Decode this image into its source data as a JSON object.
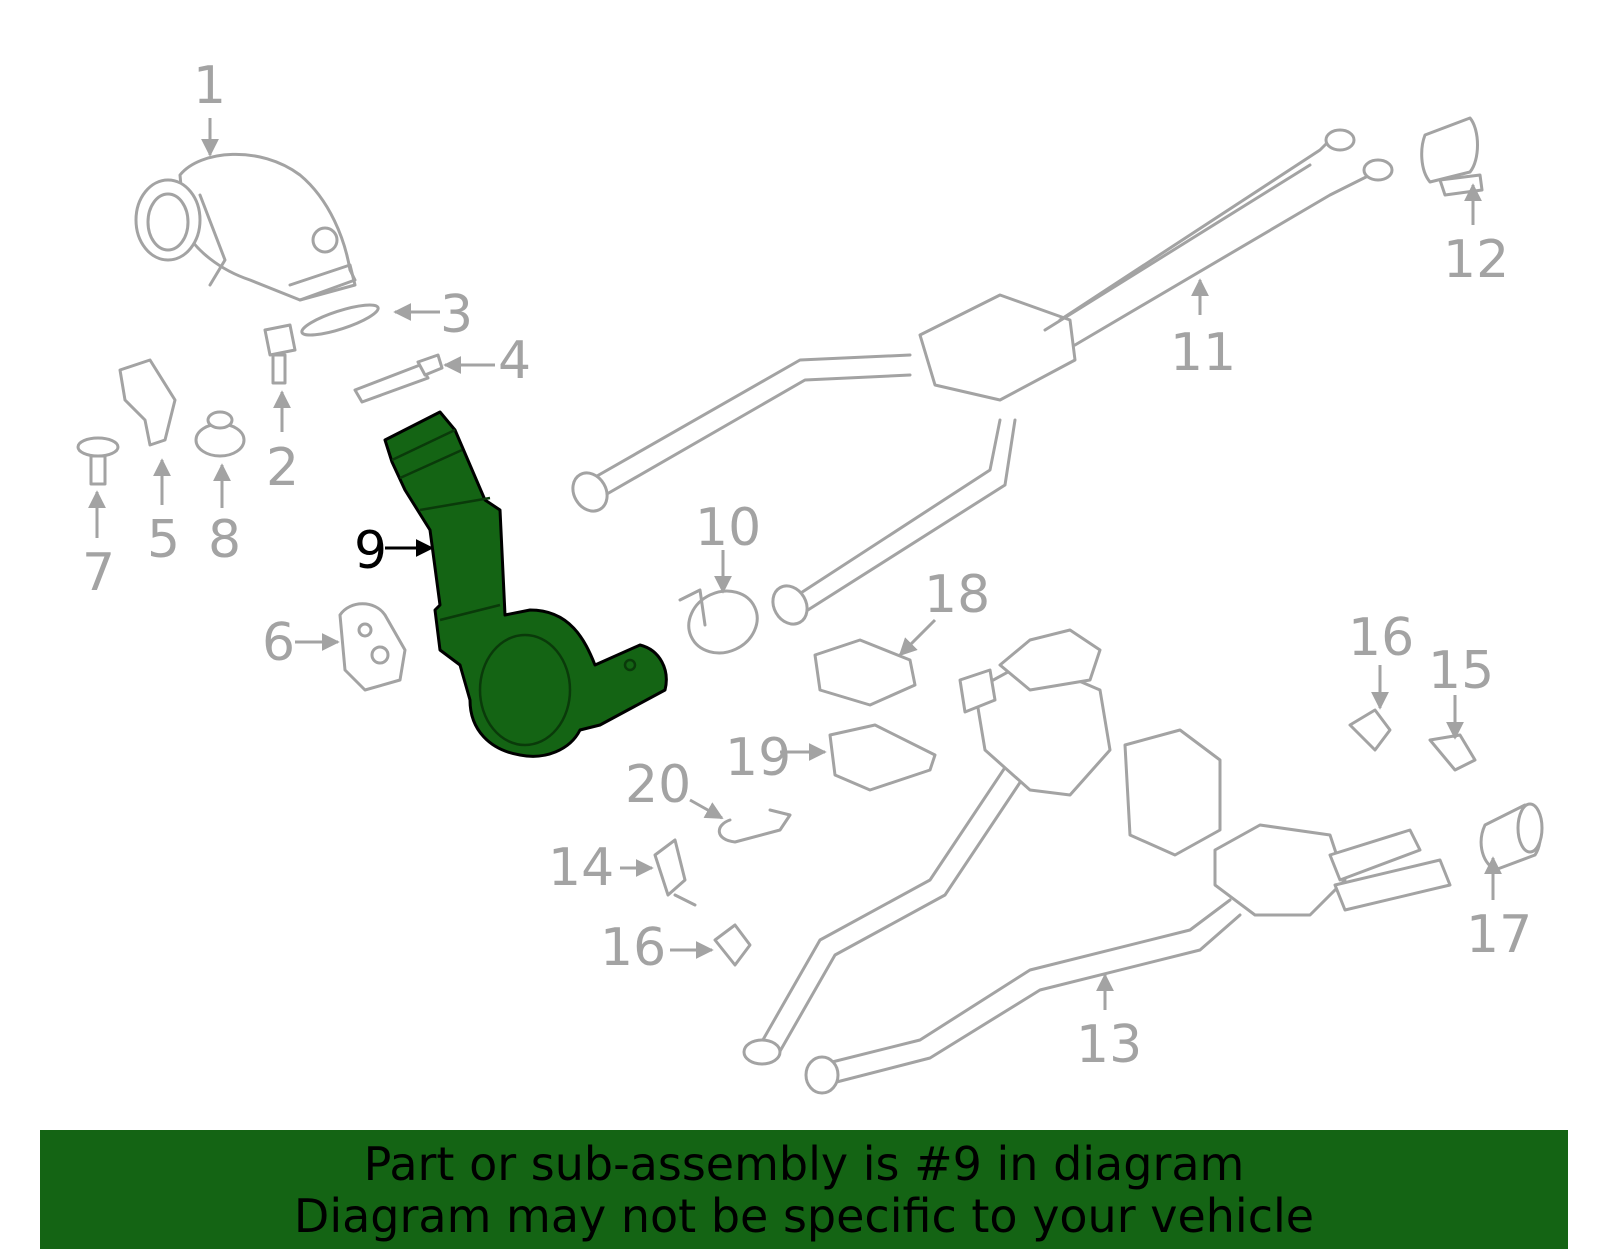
{
  "callouts": {
    "c1": "1",
    "c2": "2",
    "c3": "3",
    "c4": "4",
    "c5": "5",
    "c6": "6",
    "c7": "7",
    "c8": "8",
    "c9": "9",
    "c10": "10",
    "c11": "11",
    "c12": "12",
    "c13": "13",
    "c14": "14",
    "c15": "15",
    "c16a": "16",
    "c16b": "16",
    "c17": "17",
    "c18": "18",
    "c19": "19",
    "c20": "20"
  },
  "highlighted_part": "9",
  "banner": {
    "line1": "Part or sub-assembly is #9 in diagram",
    "line2": "Diagram may not be specific to your vehicle"
  },
  "colors": {
    "highlight": "#146414",
    "line": "#a3a3a3",
    "banner_bg": "#146414"
  }
}
